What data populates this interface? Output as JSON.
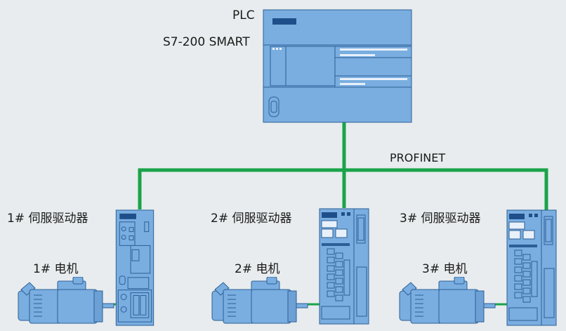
{
  "plc": {
    "label": "PLC",
    "model": "S7-200 SMART"
  },
  "network": {
    "label": "PROFINET",
    "color": "#1aa34a"
  },
  "colors": {
    "device_fill": "#7aaee0",
    "device_dark": "#4f86c2",
    "device_stroke": "#2c5f96"
  },
  "drives": [
    {
      "label": "1# 伺服驱动器",
      "motor": "1# 电机"
    },
    {
      "label": "2# 伺服驱动器",
      "motor": "2# 电机"
    },
    {
      "label": "3# 伺服驱动器",
      "motor": "3# 电机"
    }
  ]
}
